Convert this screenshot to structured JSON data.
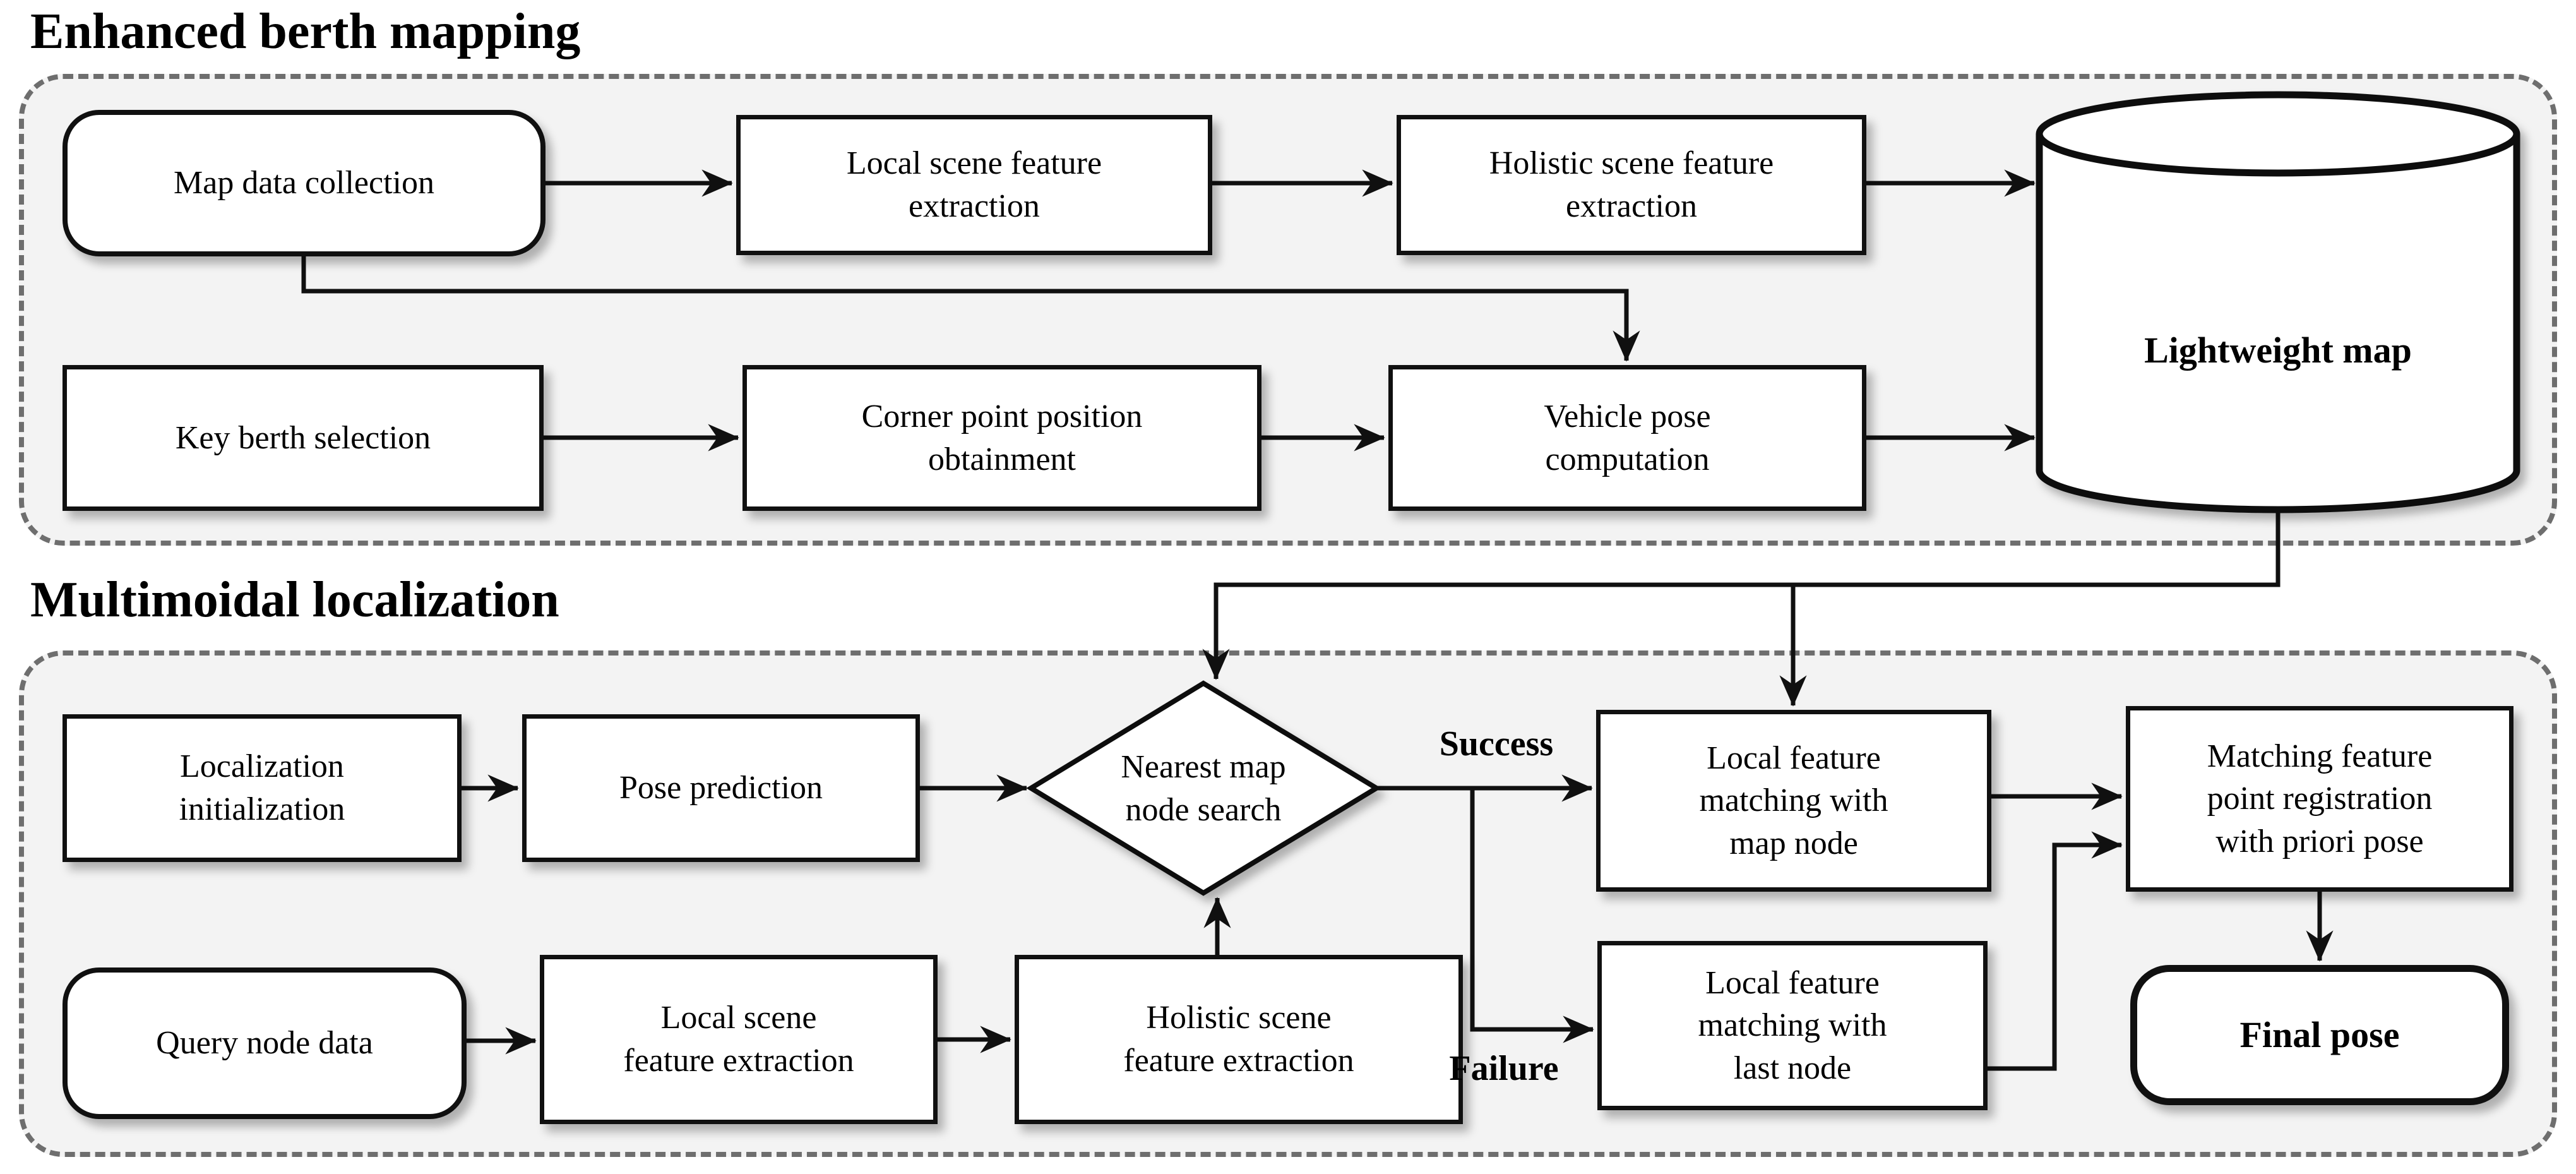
{
  "figure": {
    "type": "flowchart",
    "sections": {
      "mapping_title": "Enhanced berth mapping",
      "localization_title": "Multimoidal localization"
    },
    "nodes": {
      "map_data_collection": {
        "label": "Map data collection",
        "shape": "rounded"
      },
      "local_scene_feature_extraction_map": {
        "label": "Local scene feature\nextraction",
        "shape": "rect"
      },
      "holistic_scene_feature_extraction_map": {
        "label": "Holistic scene feature\nextraction",
        "shape": "rect"
      },
      "lightweight_map": {
        "label": "Lightweight map",
        "shape": "cylinder"
      },
      "key_berth_selection": {
        "label": "Key berth selection",
        "shape": "rect"
      },
      "corner_point_position_obtainment": {
        "label": "Corner point position\nobtainment",
        "shape": "rect"
      },
      "vehicle_pose_computation": {
        "label": "Vehicle pose\ncomputation",
        "shape": "rect"
      },
      "localization_initialization": {
        "label": "Localization\ninitialization",
        "shape": "rect"
      },
      "pose_prediction": {
        "label": "Pose prediction",
        "shape": "rect"
      },
      "nearest_map_node_search": {
        "label": "Nearest map\nnode search",
        "shape": "diamond"
      },
      "local_feature_matching_map_node": {
        "label": "Local feature\nmatching with\nmap node",
        "shape": "rect"
      },
      "matching_feature_point_registration": {
        "label": "Matching feature\npoint registration\nwith priori pose",
        "shape": "rect"
      },
      "local_feature_matching_last_node": {
        "label": "Local feature\nmatching with\nlast node",
        "shape": "rect"
      },
      "query_node_data": {
        "label": "Query node data",
        "shape": "rounded"
      },
      "local_scene_feature_extraction_query": {
        "label": "Local scene\nfeature extraction",
        "shape": "rect"
      },
      "holistic_scene_feature_extraction_query": {
        "label": "Holistic scene\nfeature extraction",
        "shape": "rect"
      },
      "final_pose": {
        "label": "Final pose",
        "shape": "terminal"
      }
    },
    "edge_labels": {
      "success": "Success",
      "failure": "Failure"
    },
    "colors": {
      "section_background": "#f3f3f3",
      "section_border": "#6e6e6e",
      "node_fill": "#ffffff",
      "node_border": "#101010",
      "connector": "#101010",
      "text": "#000000"
    }
  }
}
